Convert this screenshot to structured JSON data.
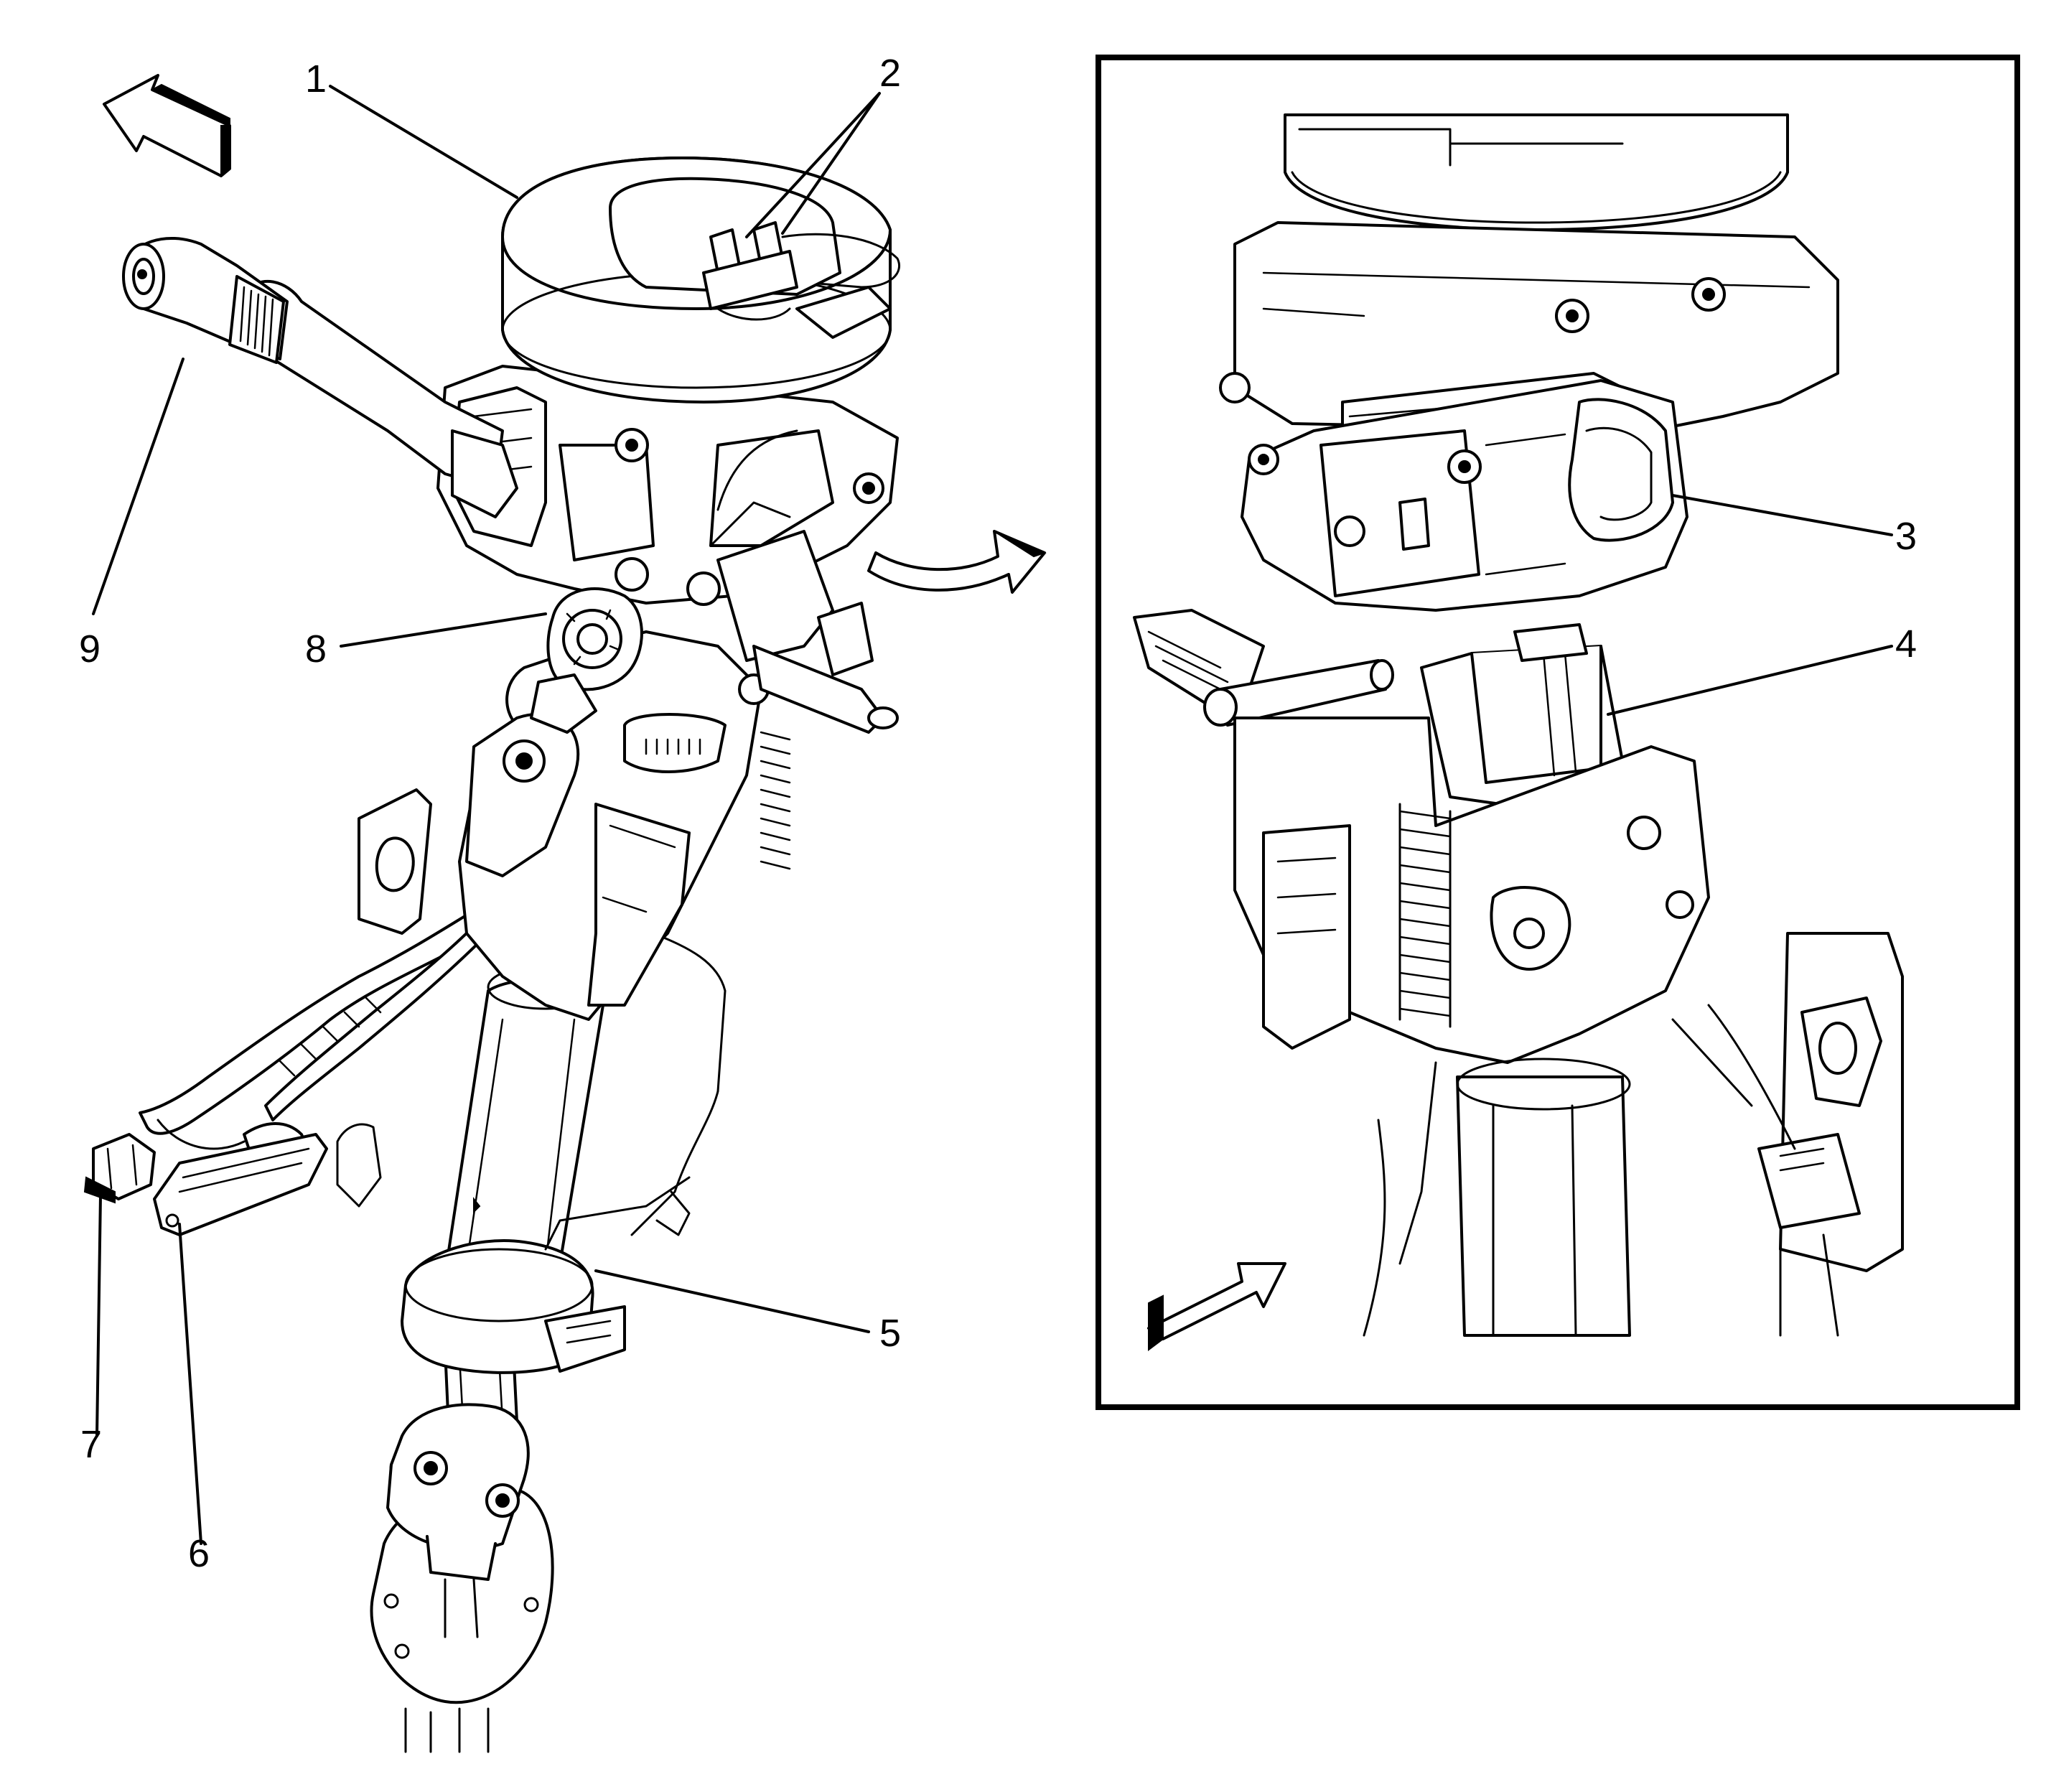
{
  "callouts": [
    {
      "id": "1",
      "label": "1"
    },
    {
      "id": "2",
      "label": "2"
    },
    {
      "id": "3",
      "label": "3"
    },
    {
      "id": "4",
      "label": "4"
    },
    {
      "id": "5",
      "label": "5"
    },
    {
      "id": "6",
      "label": "6"
    },
    {
      "id": "7",
      "label": "7"
    },
    {
      "id": "8",
      "label": "8"
    },
    {
      "id": "9",
      "label": "9"
    }
  ],
  "icons": {
    "front_arrow_main": "view-direction-arrow-icon",
    "front_arrow_inset": "view-direction-arrow-icon",
    "zoom_arrow": "curved-arrow-icon"
  }
}
